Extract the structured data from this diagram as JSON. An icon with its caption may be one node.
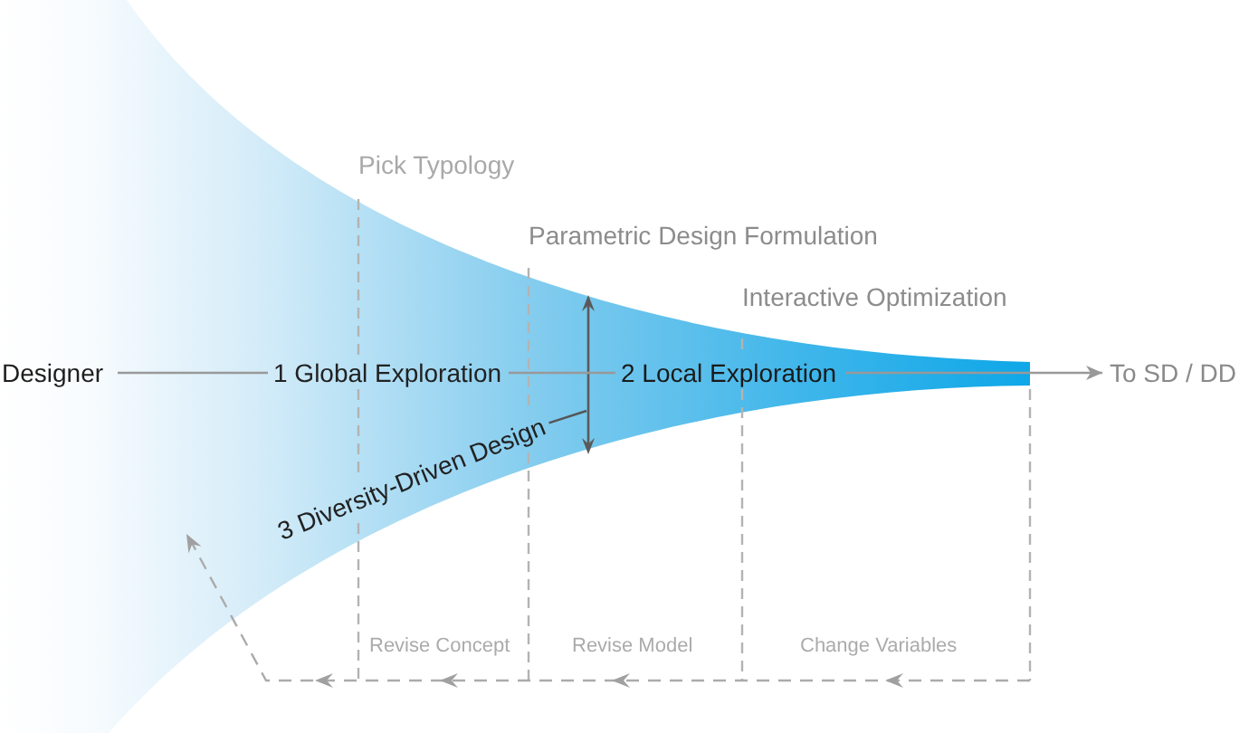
{
  "diagram": {
    "nodes": [
      {
        "text": [
          "Designer"
        ]
      },
      {
        "text": [
          "1 Global Exploration"
        ]
      },
      {
        "text": [
          "2 Local Exploration"
        ]
      },
      {
        "text": [
          "To SD / DD"
        ]
      },
      {
        "text": [
          "3 Diversity-Driven Design"
        ]
      }
    ],
    "edges": [
      {
        "from": 0,
        "to": 1,
        "arrow": "none"
      },
      {
        "from": 1,
        "to": 2,
        "arrow": "none"
      },
      {
        "from": 2,
        "to": 3,
        "arrow": "to"
      },
      {
        "from": 4,
        "to": null,
        "arrow": "none",
        "color": "#555555"
      }
    ],
    "labels": [
      "Pick Typology",
      "Parametric Design Formulation",
      "Interactive Optimization",
      "Revise Concept",
      "Revise Model",
      "Change Variables"
    ]
  }
}
